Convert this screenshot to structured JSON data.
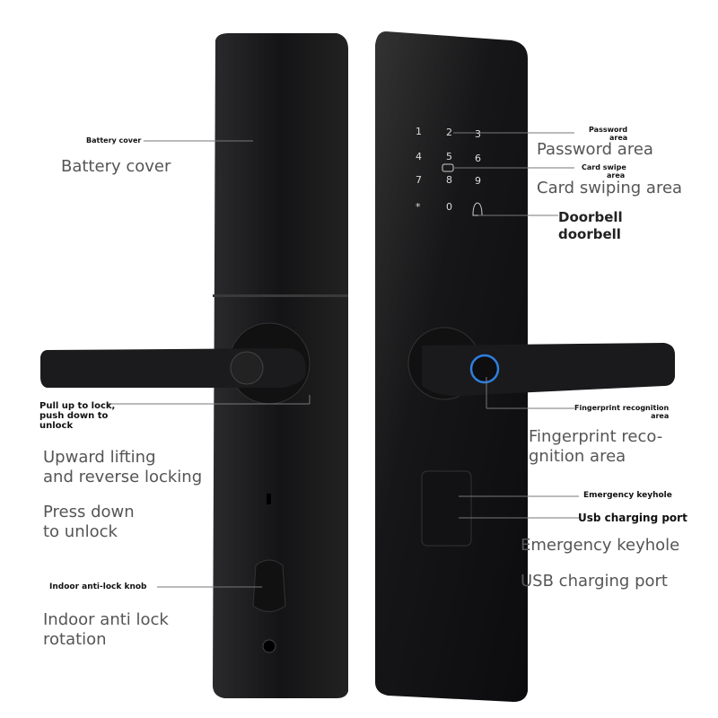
{
  "left_lock": {
    "battery_cover_small": "Battery cover",
    "battery_cover": "Battery cover",
    "handle_small": [
      "Pull up to lock,",
      "push down to",
      "unlock"
    ],
    "lifting": [
      "Upward lifting",
      "and reverse locking"
    ],
    "press": [
      "Press down",
      "to unlock"
    ],
    "knob_small": "Indoor anti-lock knob",
    "knob": [
      "Indoor anti lock",
      "rotation"
    ]
  },
  "right_lock": {
    "keypad": [
      "1",
      "2",
      "3",
      "4",
      "5",
      "6",
      "7",
      "8",
      "9",
      "*",
      "0"
    ],
    "password_small": [
      "Password",
      "area"
    ],
    "password": "Password area",
    "card_small": [
      "Card swipe",
      "area"
    ],
    "card": "Card swiping area",
    "doorbell": [
      "Doorbell",
      "doorbell"
    ],
    "fingerprint_small": [
      "Fingerprint recognition",
      "area"
    ],
    "fingerprint": [
      "Fingerprint reco-",
      "gnition area"
    ],
    "emergency_small": "Emergency keyhole",
    "usb_small": "Usb charging port",
    "emergency": "Emergency keyhole",
    "usb": "USB charging port"
  },
  "colors": {
    "lock_body": "#1a1a1c",
    "fingerprint_ring": "#2f7fe0",
    "text_gray": "#555555"
  }
}
